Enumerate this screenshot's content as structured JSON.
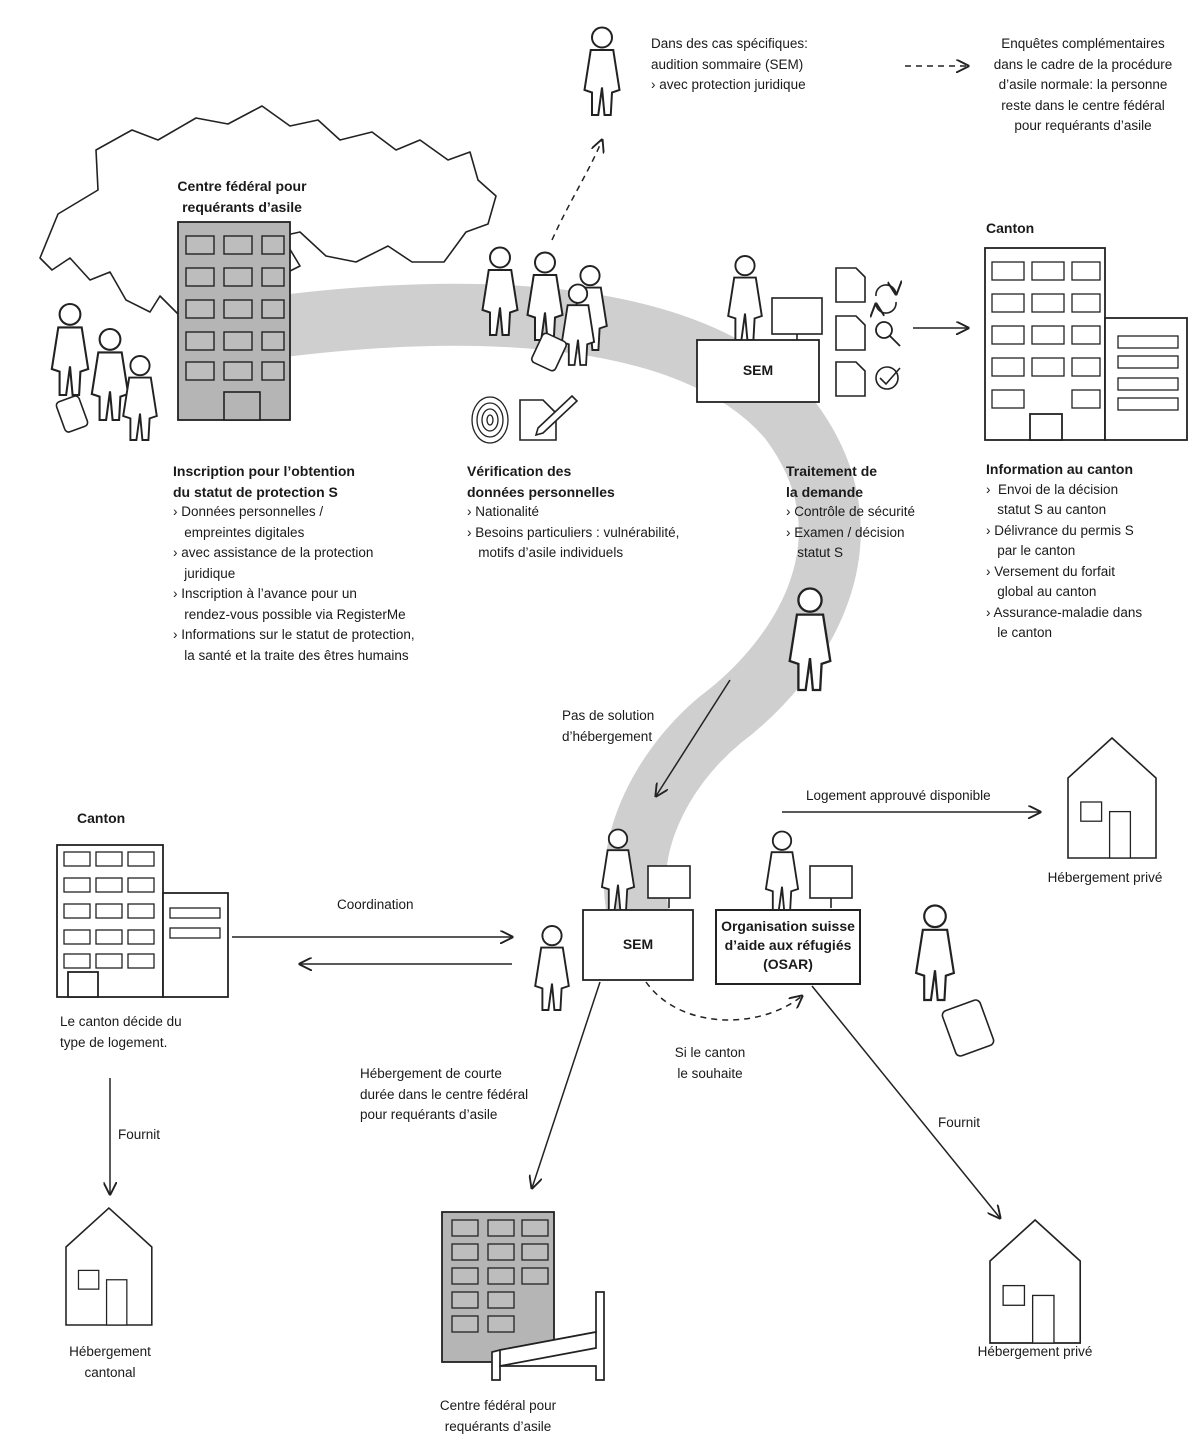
{
  "top": {
    "specific_cases": [
      "Dans des cas spécifiques:",
      "audition sommaire (SEM)",
      "› avec protection juridique"
    ],
    "further_inquiries": [
      "Enquêtes complémentaires",
      "dans le cadre de la procédure",
      "d’asile normale: la personne",
      "reste dans le centre fédéral",
      "pour requérants d’asile"
    ]
  },
  "federal_centre": {
    "title": [
      "Centre fédéral pour",
      "requérants d’asile"
    ]
  },
  "registration": {
    "heading": [
      "Inscription pour l’obtention",
      "du statut de protection S"
    ],
    "items": [
      "› Données personnelles /",
      "   empreintes digitales",
      "› avec assistance de la protection",
      "   juridique",
      "› Inscription à l’avance pour un",
      "   rendez-vous possible via RegisterMe",
      "› Informations sur le statut de protection,",
      "   la santé et la traite des êtres humains"
    ]
  },
  "verification": {
    "heading": [
      "Vérification des",
      "données personnelles"
    ],
    "items": [
      "› Nationalité",
      "› Besoins particuliers : vulnérabilité,",
      "   motifs d’asile individuels"
    ]
  },
  "processing": {
    "heading": [
      "Traitement de",
      "la demande"
    ],
    "items": [
      "› Contrôle de sécurité",
      "› Examen / décision",
      "   statut S"
    ]
  },
  "canton_right": {
    "title": "Canton",
    "heading": "Information au canton",
    "items": [
      "›  Envoi de la décision",
      "   statut S au canton",
      "› Délivrance du permis S",
      "   par le canton",
      "› Versement du forfait",
      "   global au canton",
      "› Assurance-maladie dans",
      "   le canton"
    ]
  },
  "sem_label": "SEM",
  "sem_label_bottom": "SEM",
  "no_housing": [
    "Pas de solution",
    "d’hébergement"
  ],
  "approved_housing": "Logement approuvé disponible",
  "private_housing_top": "Hébergement privé",
  "canton_left": {
    "title": "Canton",
    "decides": [
      "Le canton décide du",
      "type de logement."
    ]
  },
  "coordination": "Coordination",
  "osar": [
    "Organisation suisse",
    "d’aide aux réfugiés",
    "(OSAR)"
  ],
  "if_canton_wishes": [
    "Si le canton",
    "le souhaite"
  ],
  "short_stay": [
    "Hébergement de courte",
    "durée dans le centre fédéral",
    "pour requérants d’asile"
  ],
  "provides_left": "Fournit",
  "provides_right": "Fournit",
  "cantonal_housing": [
    "Hébergement",
    "cantonal"
  ],
  "federal_centre_bottom": [
    "Centre fédéral pour",
    "requérants d’asile"
  ],
  "private_housing_bottom": "Hébergement privé"
}
